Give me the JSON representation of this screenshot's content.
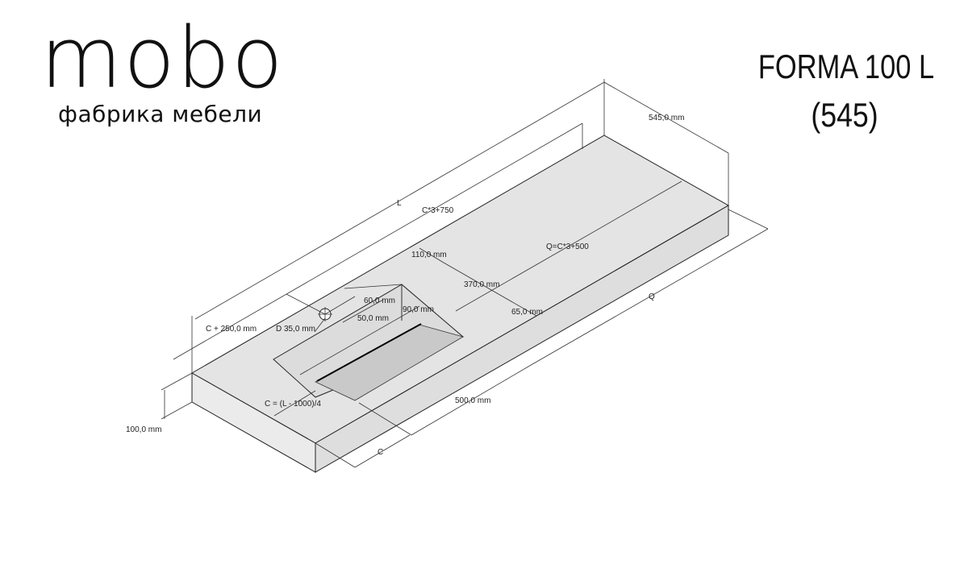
{
  "logo": {
    "wordmark": "mobo",
    "tagline": "фабрика мебели"
  },
  "title": {
    "line1": "FORMA 100 L",
    "line2": "(545)"
  },
  "dimensions": {
    "length": "L",
    "depth": "545,0 mm",
    "basin_offset": "C*3+750",
    "rim_back": "110,0 mm",
    "q_formula": "Q=C*3+500",
    "basin_depth": "370,0 mm",
    "front_rim": "65,0 mm",
    "q": "Q",
    "tap_60": "60,0 mm",
    "tap_50": "50,0 mm",
    "basin_height": "90,0 mm",
    "left_offset": "C + 250,0 mm",
    "hole_diameter": "D 35,0 mm",
    "c_formula": "C = (L - 1000)/4",
    "basin_width": "500,0 mm",
    "c": "C",
    "thickness": "100,0 mm"
  },
  "colors": {
    "top": "#e4e4e4",
    "front": "#eaeaea",
    "side": "#dcdcdc",
    "basin_floor": "#c8c8c8",
    "line": "#222222"
  }
}
